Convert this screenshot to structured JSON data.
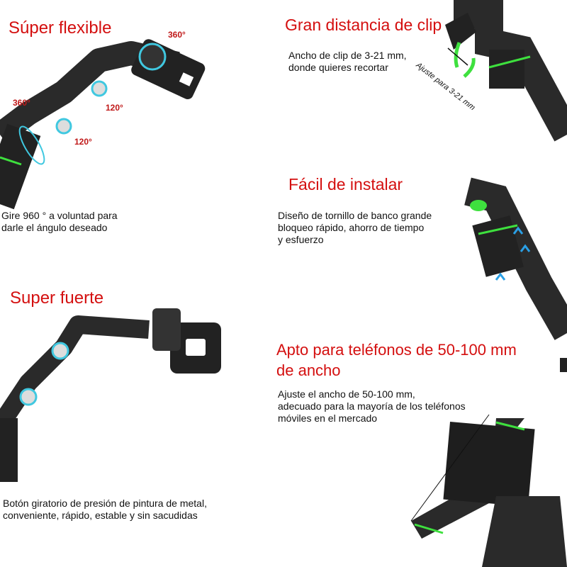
{
  "sections": {
    "flexible": {
      "title": "Súper flexible",
      "desc_lines": [
        "Gire 960 ° a voluntad para",
        "darle el ángulo deseado"
      ],
      "angles": [
        "360°",
        "360°",
        "120°",
        "120°"
      ]
    },
    "clip": {
      "title": "Gran distancia de clip",
      "desc_lines": [
        "Ancho de clip de 3-21 mm,",
        "donde quieres recortar"
      ],
      "annotation": "Ajuste para 3-21 mm"
    },
    "install": {
      "title": "Fácil de instalar",
      "desc_lines": [
        "Diseño de tornillo de banco grande",
        "bloqueo rápido, ahorro de tiempo",
        "y esfuerzo"
      ]
    },
    "strong": {
      "title": "Super fuerte",
      "desc_lines": [
        "Botón giratorio de presión de pintura de metal,",
        "conveniente, rápido, estable y sin sacudidas"
      ]
    },
    "phones": {
      "title_lines": [
        "Apto para teléfonos de 50-100 mm",
        "de ancho"
      ],
      "desc_lines": [
        "Ajuste el ancho de 50-100 mm,",
        "adecuado para la mayoría de los teléfonos",
        "móviles en el mercado"
      ]
    }
  },
  "colors": {
    "title": "#d40f0f",
    "accent_green": "#3ee03e",
    "product": "#2a2a2a",
    "arrow": "#2aa0e6"
  }
}
